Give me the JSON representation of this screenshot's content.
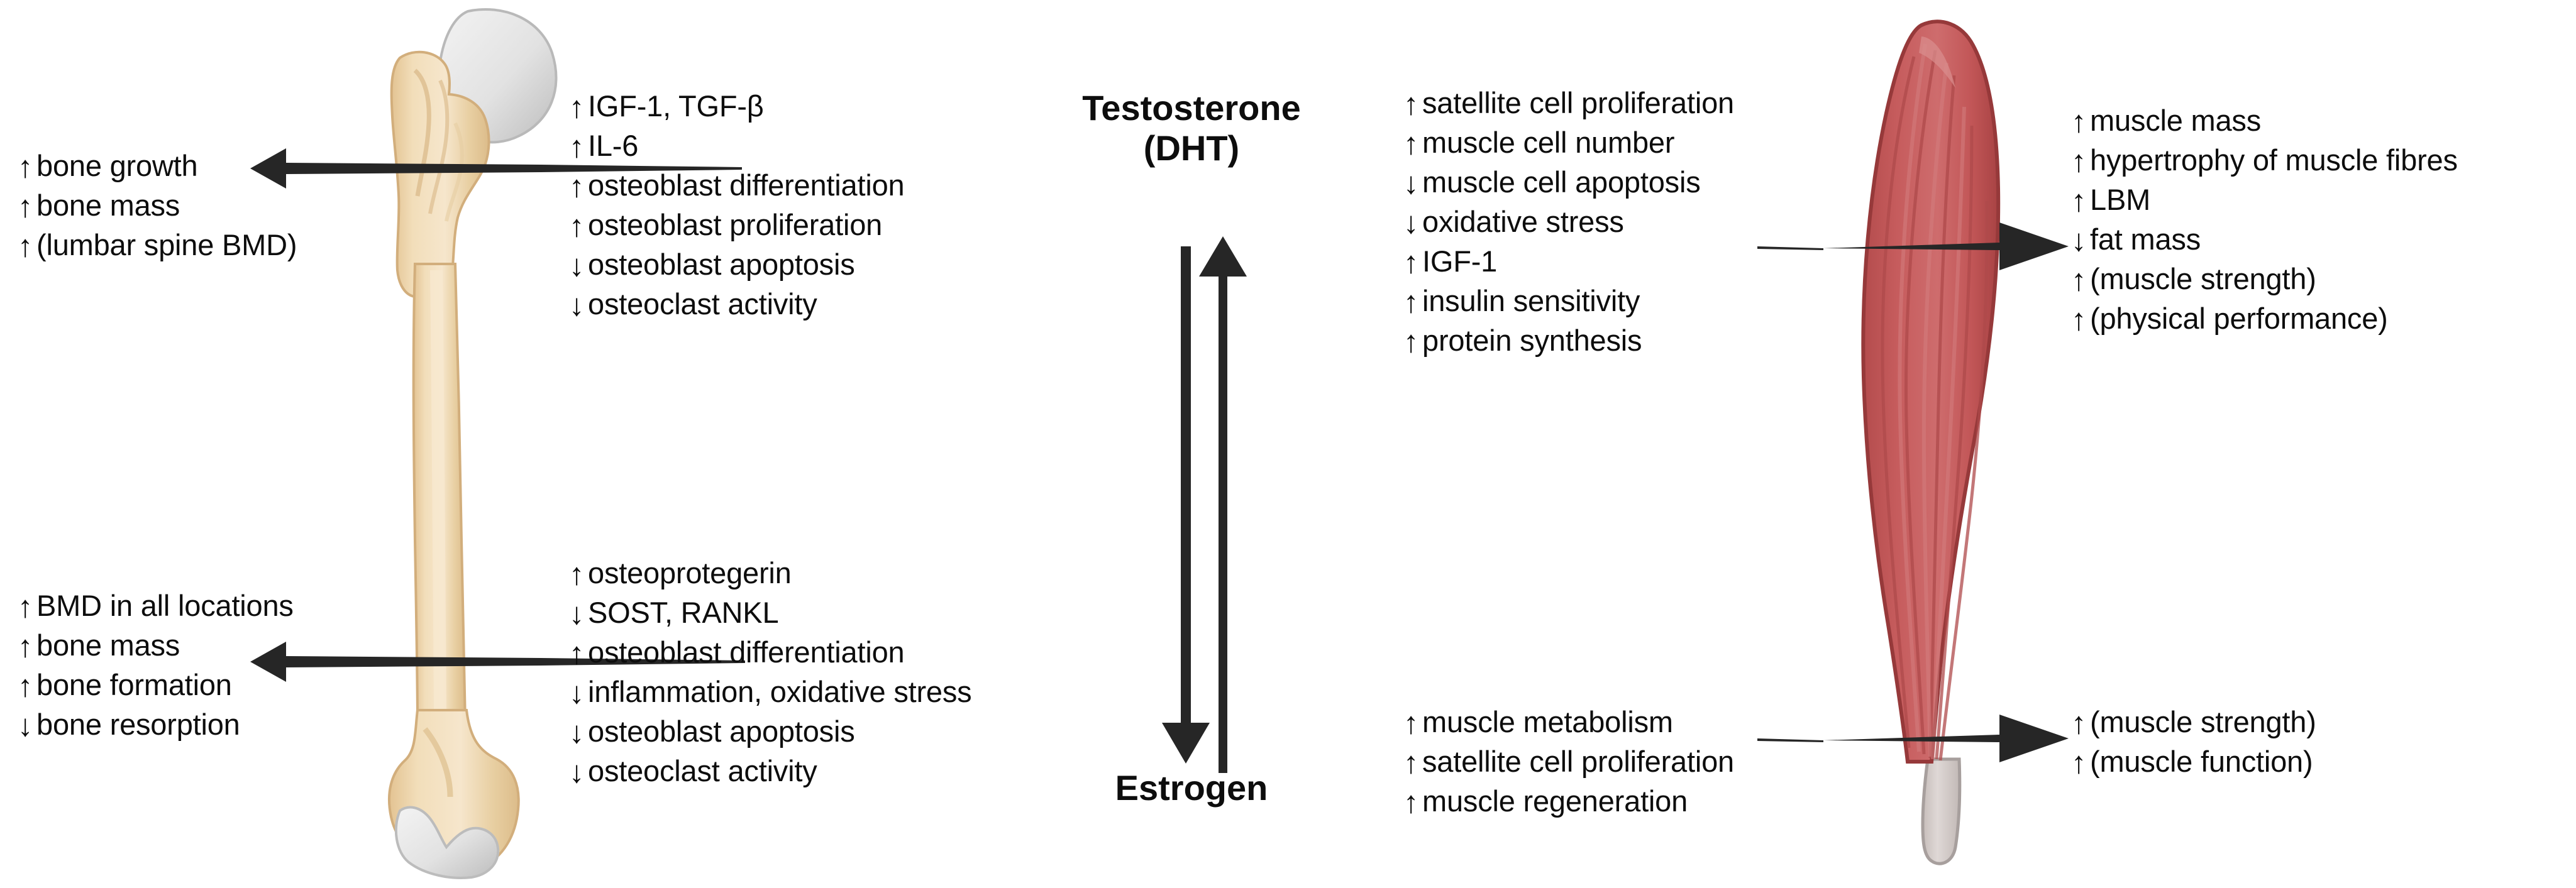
{
  "title": "Effects of testosterone (DHT) and estrogen on bone and muscle",
  "colors": {
    "bone_fill": "#EFD7AE",
    "bone_shade": "#E0C191",
    "bone_shade_dark": "#D4AF7E",
    "bone_highlight": "#F6E6CC",
    "cartilage": "#E3E3E3",
    "cartilage_shade": "#C9C9C9",
    "muscle_fill": "#C6595A",
    "muscle_shade": "#B04B4C",
    "muscle_light": "#D07273",
    "muscle_outline": "#96393A",
    "tendon": "#D8D0CE",
    "tendon_outline": "#A8A09E",
    "arrow": "#262626",
    "text": "#0D0D0D"
  },
  "center": {
    "top_label_line1": "Testosterone",
    "top_label_line2": "(DHT)",
    "bottom_label": "Estrogen",
    "down_arrow_name": "testosterone-to-estrogen-down-arrow",
    "up_arrow_name": "estrogen-to-testosterone-up-arrow"
  },
  "bone": {
    "top_outcomes": {
      "name": "bone-top-outcomes",
      "items": [
        {
          "dir": "up",
          "glyph": "↑",
          "text": "bone growth"
        },
        {
          "dir": "up",
          "glyph": "↑",
          "text": "bone mass"
        },
        {
          "dir": "up",
          "glyph": "↑",
          "text": "(lumbar spine BMD)"
        }
      ]
    },
    "top_mechanisms": {
      "name": "bone-top-mechanisms",
      "items": [
        {
          "dir": "up",
          "glyph": "↑",
          "text": "IGF-1, TGF-β"
        },
        {
          "dir": "up",
          "glyph": "↑",
          "text": "IL-6"
        },
        {
          "dir": "up",
          "glyph": "↑",
          "text": "osteoblast differentiation"
        },
        {
          "dir": "up",
          "glyph": "↑",
          "text": "osteoblast proliferation"
        },
        {
          "dir": "down",
          "glyph": "↓",
          "text": "osteoblast apoptosis"
        },
        {
          "dir": "down",
          "glyph": "↓",
          "text": "osteoclast activity"
        }
      ]
    },
    "bottom_outcomes": {
      "name": "bone-bottom-outcomes",
      "items": [
        {
          "dir": "up",
          "glyph": "↑",
          "text": "BMD in all locations"
        },
        {
          "dir": "up",
          "glyph": "↑",
          "text": "bone mass"
        },
        {
          "dir": "up",
          "glyph": "↑",
          "text": "bone formation"
        },
        {
          "dir": "down",
          "glyph": "↓",
          "text": "bone resorption"
        }
      ]
    },
    "bottom_mechanisms": {
      "name": "bone-bottom-mechanisms",
      "items": [
        {
          "dir": "up",
          "glyph": "↑",
          "text": "osteoprotegerin"
        },
        {
          "dir": "down",
          "glyph": "↓",
          "text": "SOST, RANKL"
        },
        {
          "dir": "up",
          "glyph": "↑",
          "text": "osteoblast differentiation"
        },
        {
          "dir": "down",
          "glyph": "↓",
          "text": "inflammation, oxidative stress"
        },
        {
          "dir": "down",
          "glyph": "↓",
          "text": "osteoblast apoptosis"
        },
        {
          "dir": "down",
          "glyph": "↓",
          "text": "osteoclast activity"
        }
      ]
    }
  },
  "muscle": {
    "top_mechanisms": {
      "name": "muscle-top-mechanisms",
      "items": [
        {
          "dir": "up",
          "glyph": "↑",
          "text": "satellite cell proliferation"
        },
        {
          "dir": "up",
          "glyph": "↑",
          "text": "muscle cell number"
        },
        {
          "dir": "down",
          "glyph": "↓",
          "text": "muscle cell apoptosis"
        },
        {
          "dir": "down",
          "glyph": "↓",
          "text": "oxidative stress"
        },
        {
          "dir": "up",
          "glyph": "↑",
          "text": "IGF-1"
        },
        {
          "dir": "up",
          "glyph": "↑",
          "text": "insulin sensitivity"
        },
        {
          "dir": "up",
          "glyph": "↑",
          "text": "protein synthesis"
        }
      ]
    },
    "top_outcomes": {
      "name": "muscle-top-outcomes",
      "items": [
        {
          "dir": "up",
          "glyph": "↑",
          "text": "muscle mass"
        },
        {
          "dir": "up",
          "glyph": "↑",
          "text": "hypertrophy of muscle fibres"
        },
        {
          "dir": "up",
          "glyph": "↑",
          "text": "LBM"
        },
        {
          "dir": "down",
          "glyph": "↓",
          "text": "fat mass"
        },
        {
          "dir": "up",
          "glyph": "↑",
          "text": "(muscle strength)"
        },
        {
          "dir": "up",
          "glyph": "↑",
          "text": "(physical performance)"
        }
      ]
    },
    "bottom_mechanisms": {
      "name": "muscle-bottom-mechanisms",
      "items": [
        {
          "dir": "up",
          "glyph": "↑",
          "text": "muscle metabolism"
        },
        {
          "dir": "up",
          "glyph": "↑",
          "text": "satellite cell proliferation"
        },
        {
          "dir": "up",
          "glyph": "↑",
          "text": "muscle regeneration"
        }
      ]
    },
    "bottom_outcomes": {
      "name": "muscle-bottom-outcomes",
      "items": [
        {
          "dir": "up",
          "glyph": "↑",
          "text": "(muscle strength)"
        },
        {
          "dir": "up",
          "glyph": "↑",
          "text": "(muscle function)"
        }
      ]
    }
  },
  "flow_arrows": [
    {
      "name": "bone-top-flow-arrow",
      "direction": "left"
    },
    {
      "name": "bone-bottom-flow-arrow",
      "direction": "left"
    },
    {
      "name": "muscle-top-flow-arrow",
      "direction": "right"
    },
    {
      "name": "muscle-bottom-flow-arrow",
      "direction": "right"
    }
  ],
  "illustrations": [
    {
      "name": "femur-bone-illustration"
    },
    {
      "name": "skeletal-muscle-illustration"
    }
  ]
}
